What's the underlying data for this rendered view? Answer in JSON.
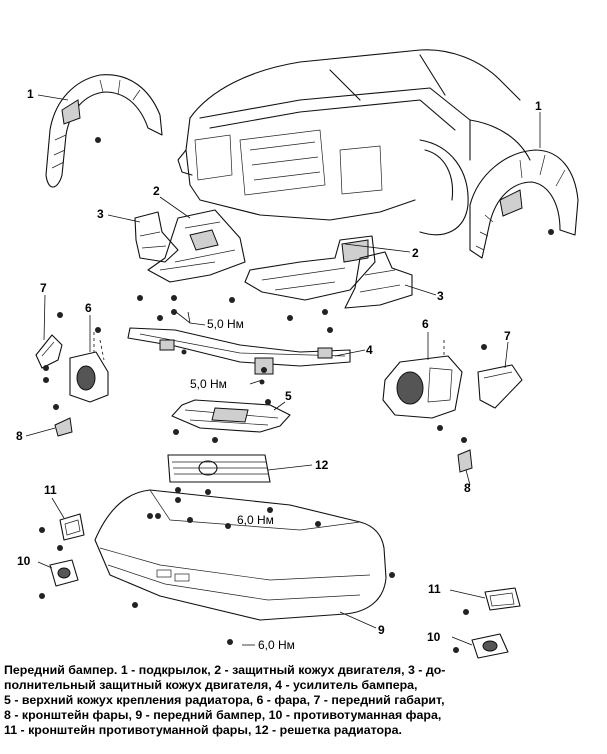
{
  "labels": {
    "l1_left": "1",
    "l1_right": "1",
    "l2_left": "2",
    "l2_right": "2",
    "l3_left": "3",
    "l3_right": "3",
    "l4": "4",
    "l5": "5",
    "l6_left": "6",
    "l6_right": "6",
    "l7_left": "7",
    "l7_right": "7",
    "l8_left": "8",
    "l8_right": "8",
    "l9": "9",
    "l10_left": "10",
    "l10_right": "10",
    "l11_left": "11",
    "l11_right": "11",
    "l12": "12"
  },
  "torques": {
    "t1": "5,0 Нм",
    "t2": "5,0 Нм",
    "t3": "6,0 Нм",
    "t4": "6,0 Нм"
  },
  "caption": {
    "line1": "Передний бампер. 1 - подкрылок, 2 - защитный кожух двигателя, 3 - до-",
    "line2": "полнительный защитный кожух двигателя, 4 - усилитель бампера,",
    "line3": "5 - верхний кожух крепления радиатора, 6 - фара, 7 - передний габарит,",
    "line4": "8 - кронштейн фары, 9 - передний бампер, 10 - противотуманная фара,",
    "line5": "11 - кронштейн противотуманной фары, 12 - решетка радиатора."
  }
}
